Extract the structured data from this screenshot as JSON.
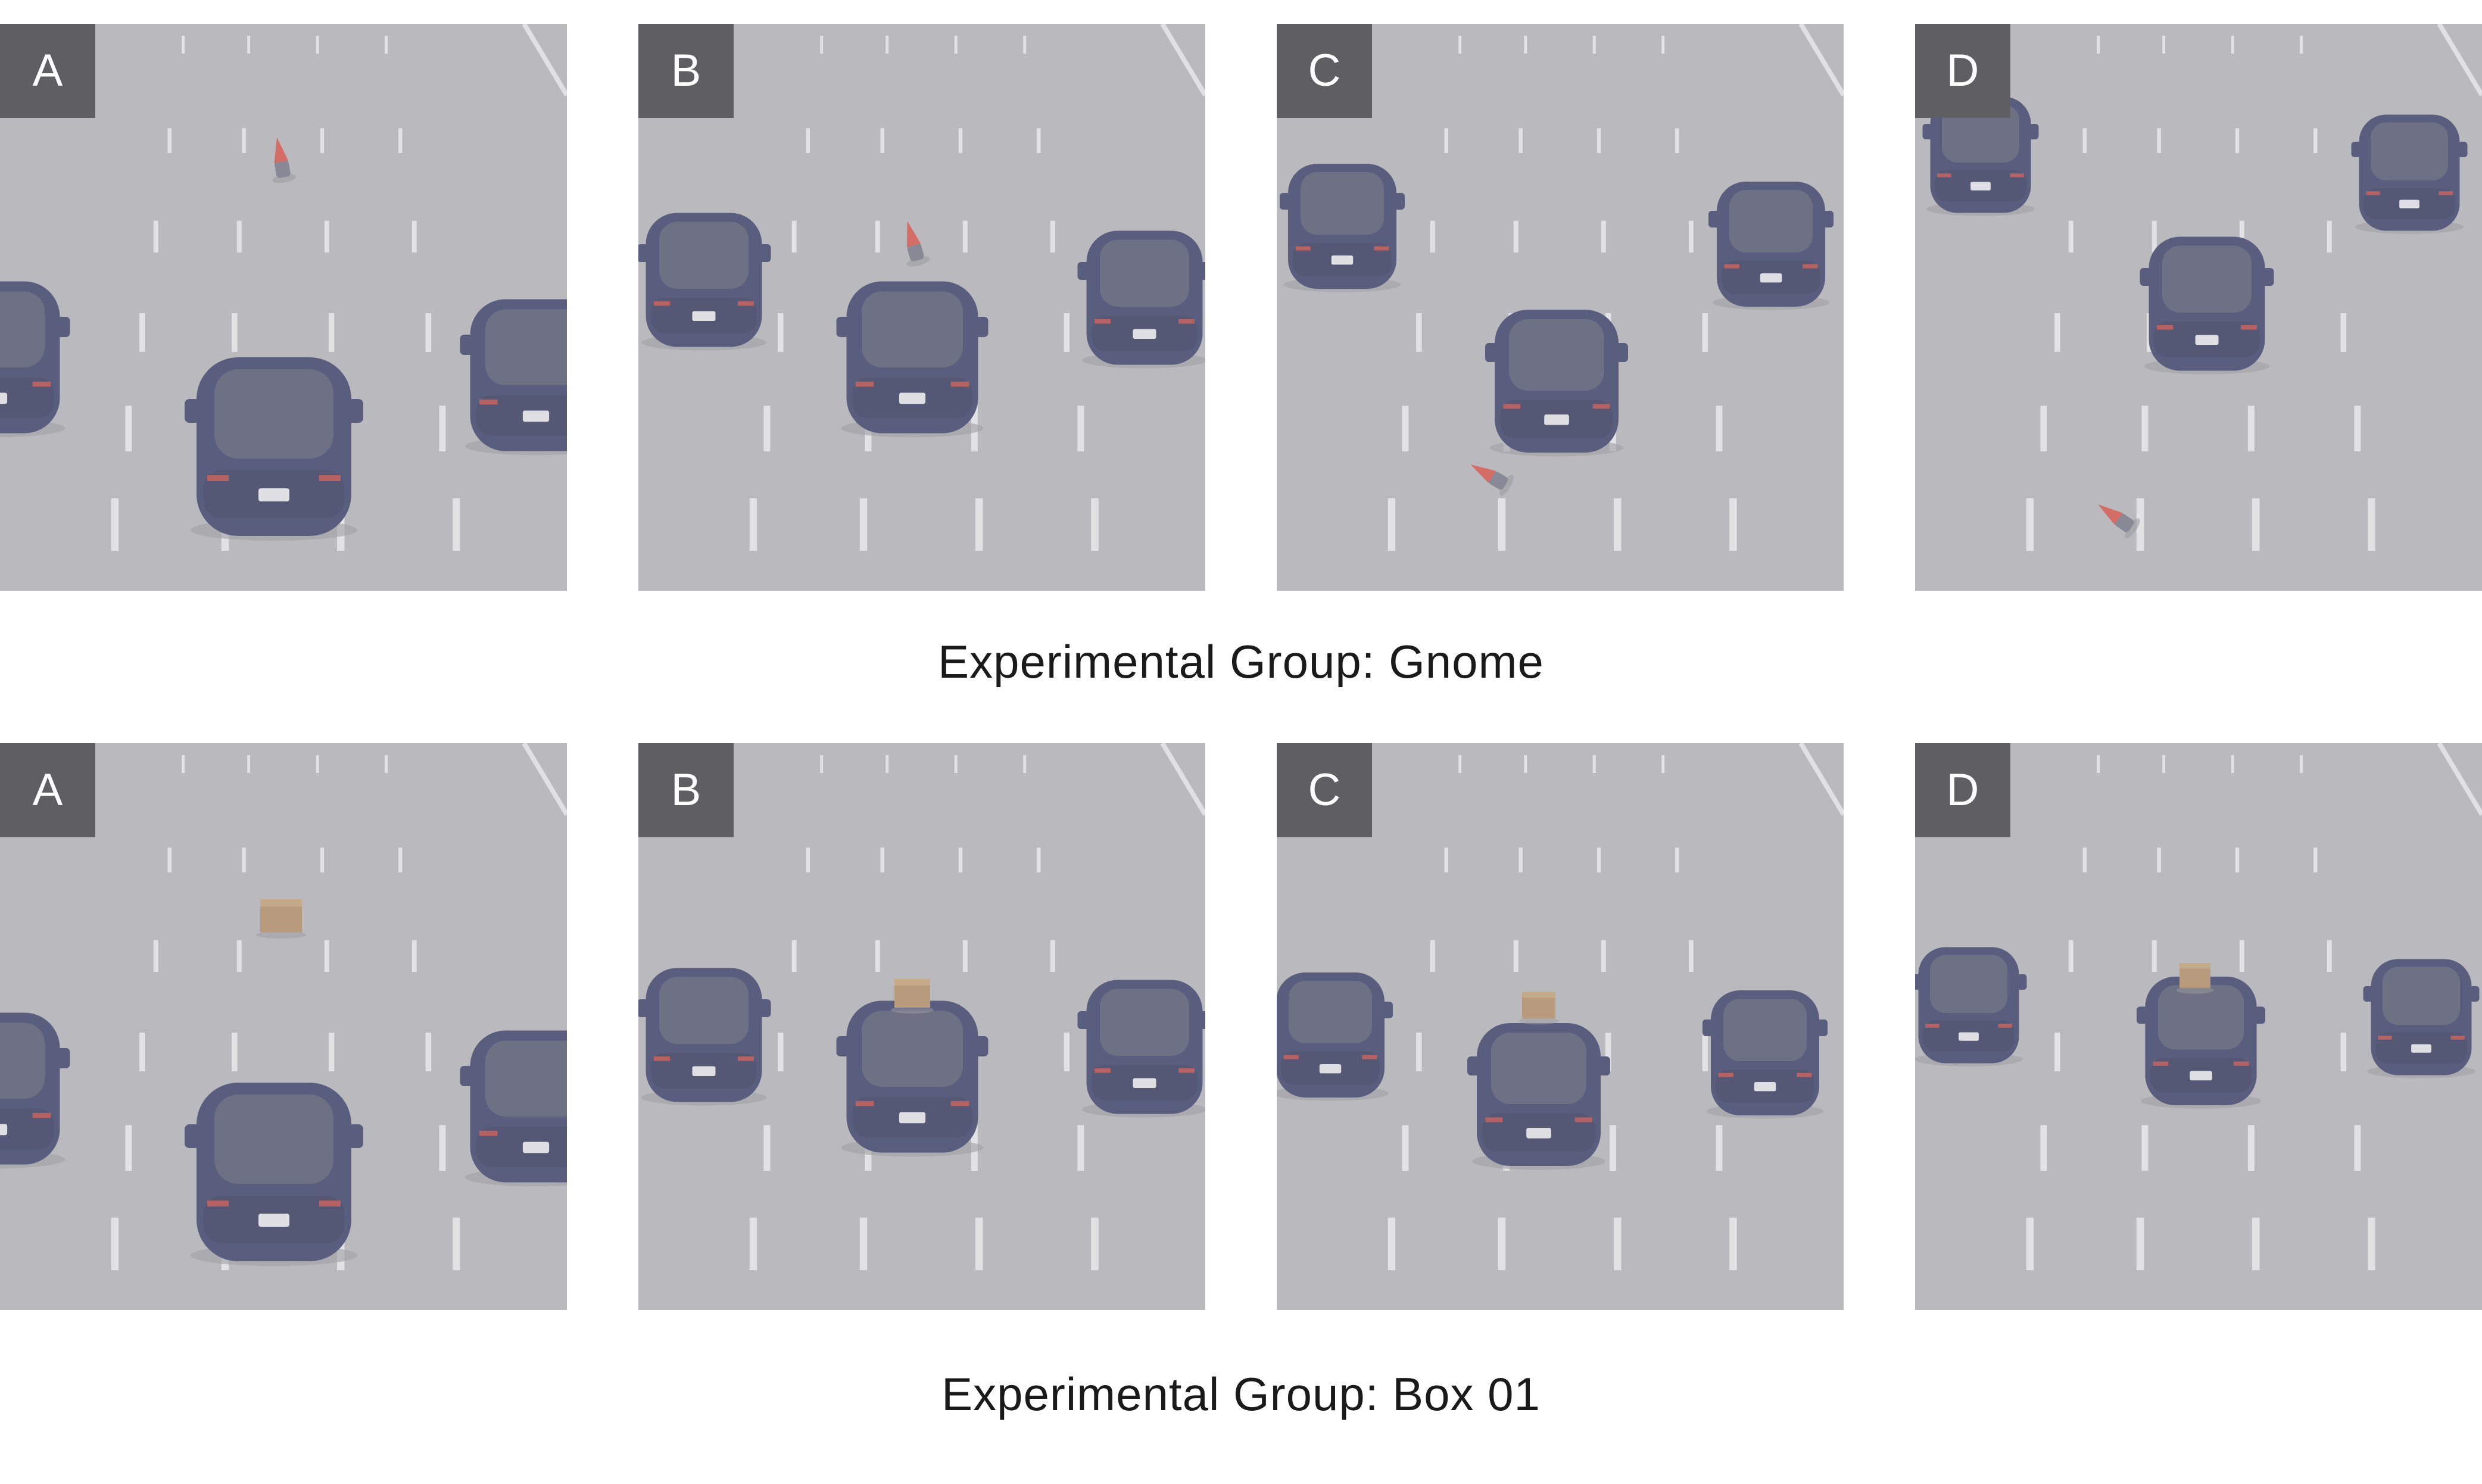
{
  "rows": [
    {
      "caption": "Experimental Group: Gnome",
      "object": "gnome",
      "panels": [
        {
          "label": "A"
        },
        {
          "label": "B"
        },
        {
          "label": "C"
        },
        {
          "label": "D"
        }
      ]
    },
    {
      "caption": "Experimental Group: Box 01",
      "object": "box",
      "panels": [
        {
          "label": "A"
        },
        {
          "label": "B"
        },
        {
          "label": "C"
        },
        {
          "label": "D"
        }
      ]
    }
  ],
  "colors": {
    "road": "#b4b4b8",
    "fog": "#c9c9cf",
    "lane_marking": "#f2f2f2",
    "car_body": "#2e3560",
    "car_window": "#4a4f66",
    "gnome_hat": "#d94a3c",
    "box": "#b08a5c",
    "label_bg": "#5f5f61",
    "label_text": "#ffffff"
  }
}
